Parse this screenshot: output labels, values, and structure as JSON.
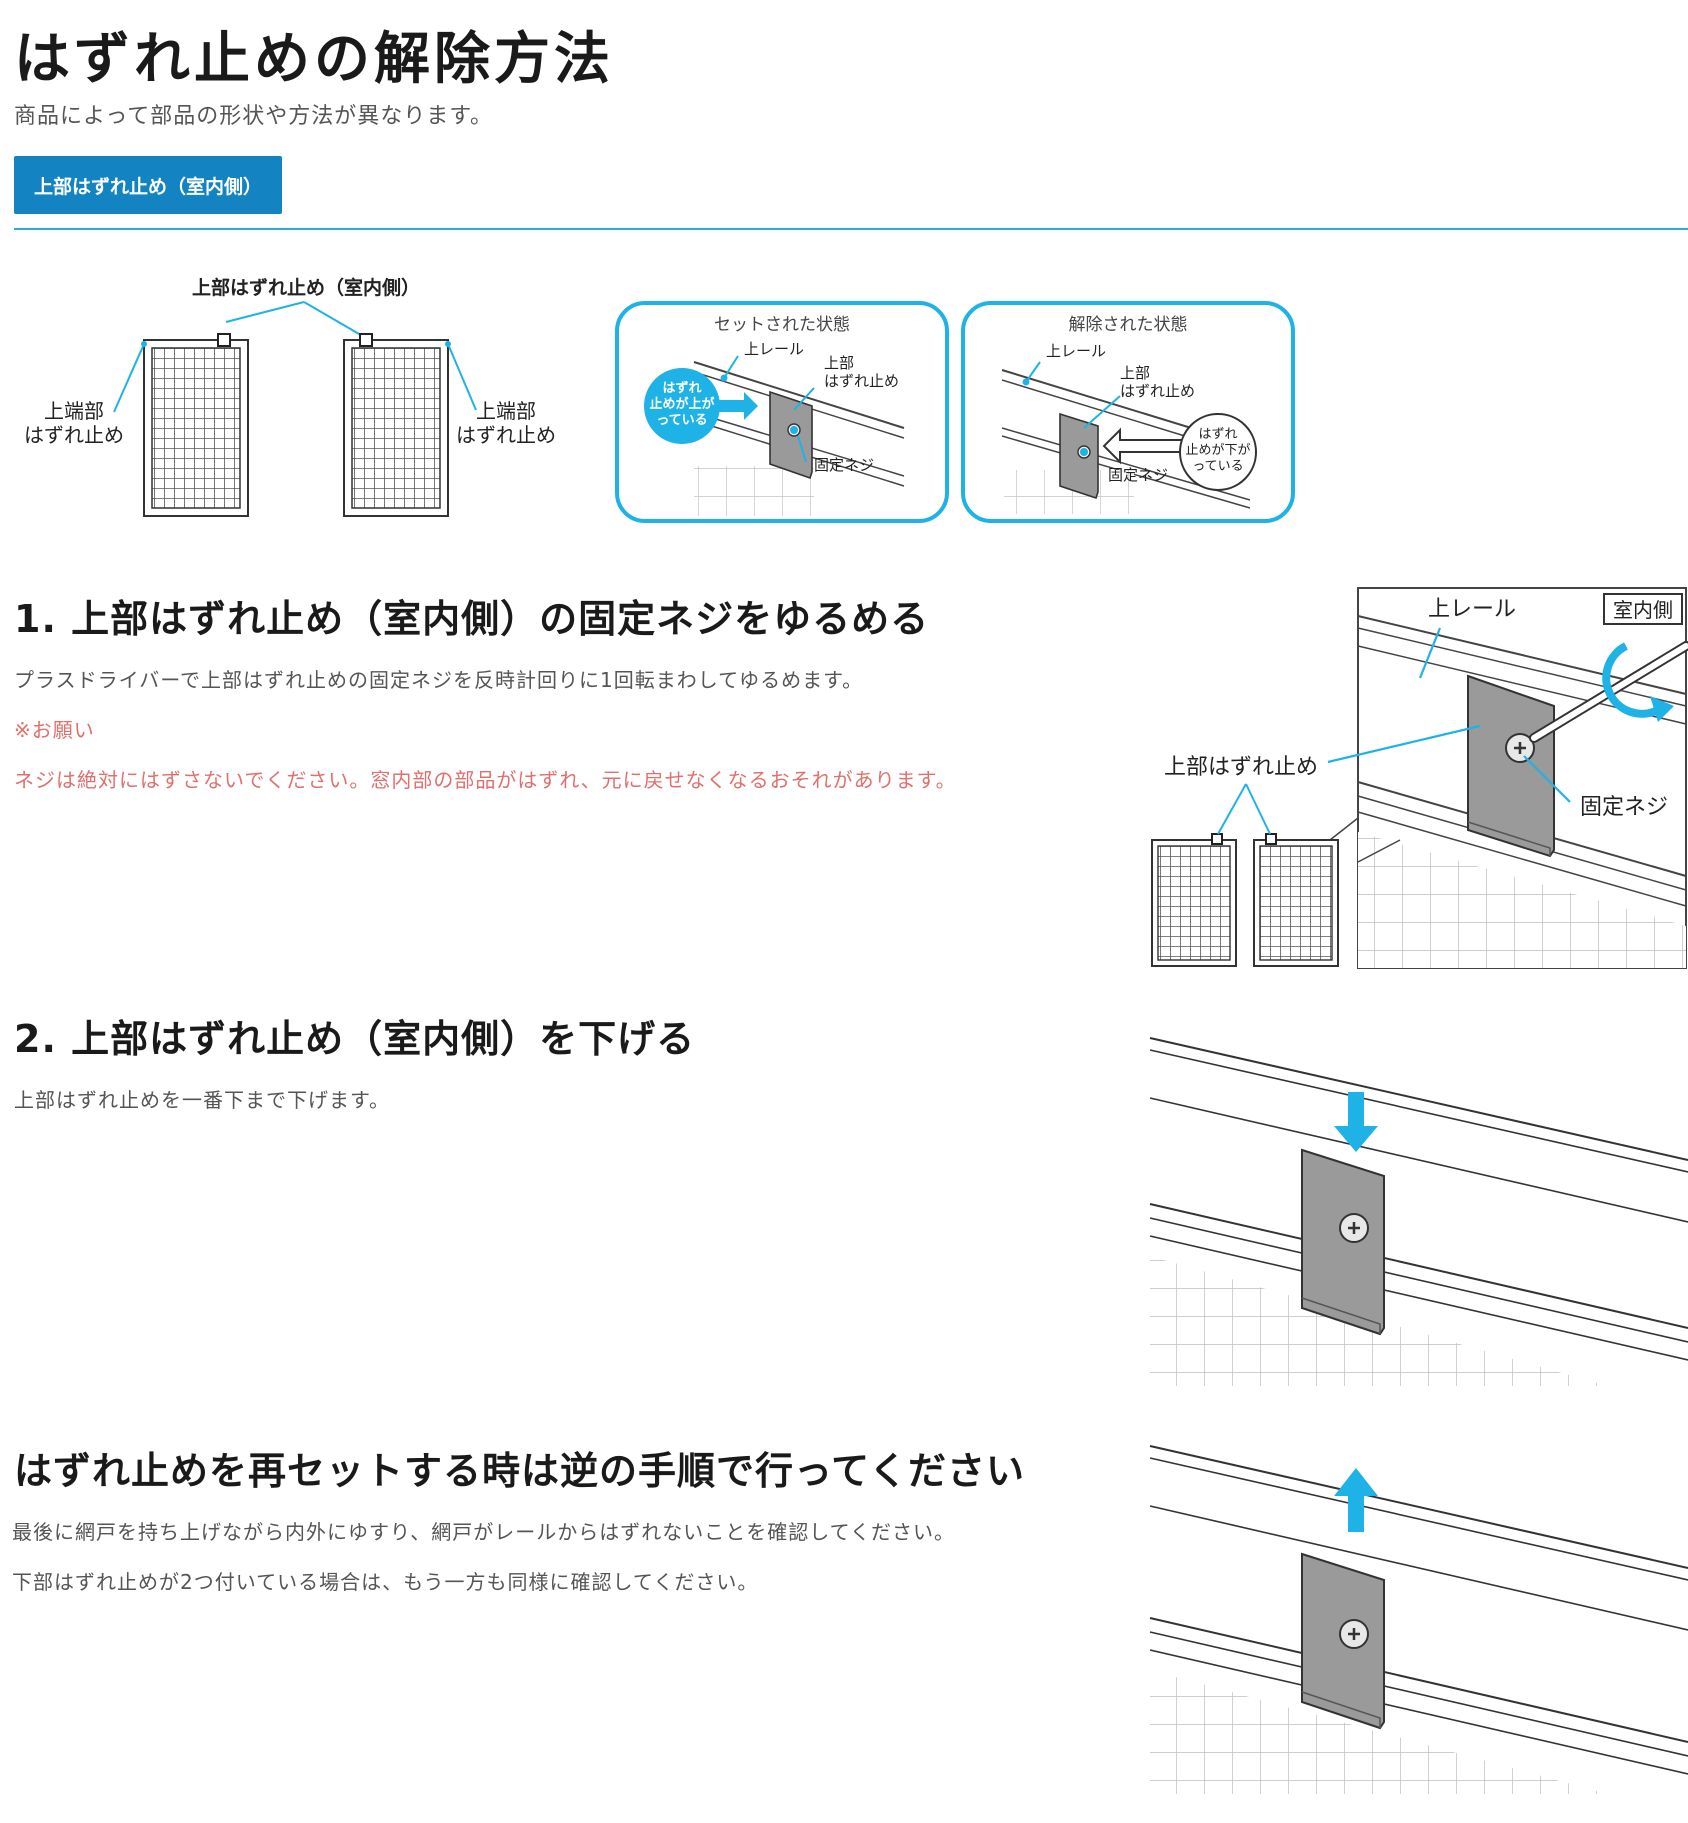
{
  "header": {
    "title": "はずれ止めの解除方法",
    "subtitle": "商品によって部品の形状や方法が異なります。"
  },
  "tabs": [
    {
      "label": "上部はずれ止め（室内側）",
      "active": true
    }
  ],
  "colors": {
    "accent": "#1384c1",
    "rule": "#2aaed8",
    "callout": "#1fb2e6",
    "warning": "#e0706e"
  },
  "overview": {
    "top_label": "上部はずれ止め（室内側）",
    "left_label_1": "上端部",
    "left_label_2": "はずれ止め",
    "right_label_1": "上端部",
    "right_label_2": "はずれ止め",
    "panel_set": {
      "title": "セットされた状態",
      "rail": "上レール",
      "stopper_1": "上部",
      "stopper_2": "はずれ止め",
      "screw": "固定ネジ",
      "bubble": [
        "はずれ",
        "止めが上が",
        "っている"
      ]
    },
    "panel_released": {
      "title": "解除された状態",
      "rail": "上レール",
      "stopper_1": "上部",
      "stopper_2": "はずれ止め",
      "screw": "固定ネジ",
      "bubble": [
        "はずれ",
        "止めが下が",
        "っている"
      ]
    }
  },
  "steps": [
    {
      "heading": "1. 上部はずれ止め（室内側）の固定ネジをゆるめる",
      "text": "プラスドライバーで上部はずれ止めの固定ネジを反時計回りに1回転まわしてゆるめます。",
      "note_title": "※お願い",
      "note_text": "ネジは絶対にはずさないでください。窓内部の部品がはずれ、元に戻せなくなるおそれがあります。",
      "figure": {
        "rail": "上レール",
        "badge": "室内側",
        "stopper": "上部はずれ止め",
        "screw": "固定ネジ"
      }
    },
    {
      "heading": "2. 上部はずれ止め（室内側）を下げる",
      "text": "上部はずれ止めを一番下まで下げます。"
    }
  ],
  "reset": {
    "heading": "はずれ止めを再セットする時は逆の手順で行ってください",
    "text_1": "最後に網戸を持ち上げながら内外にゆすり、網戸がレールからはずれないことを確認してください。",
    "text_2": "下部はずれ止めが2つ付いている場合は、もう一方も同様に確認してください。"
  }
}
